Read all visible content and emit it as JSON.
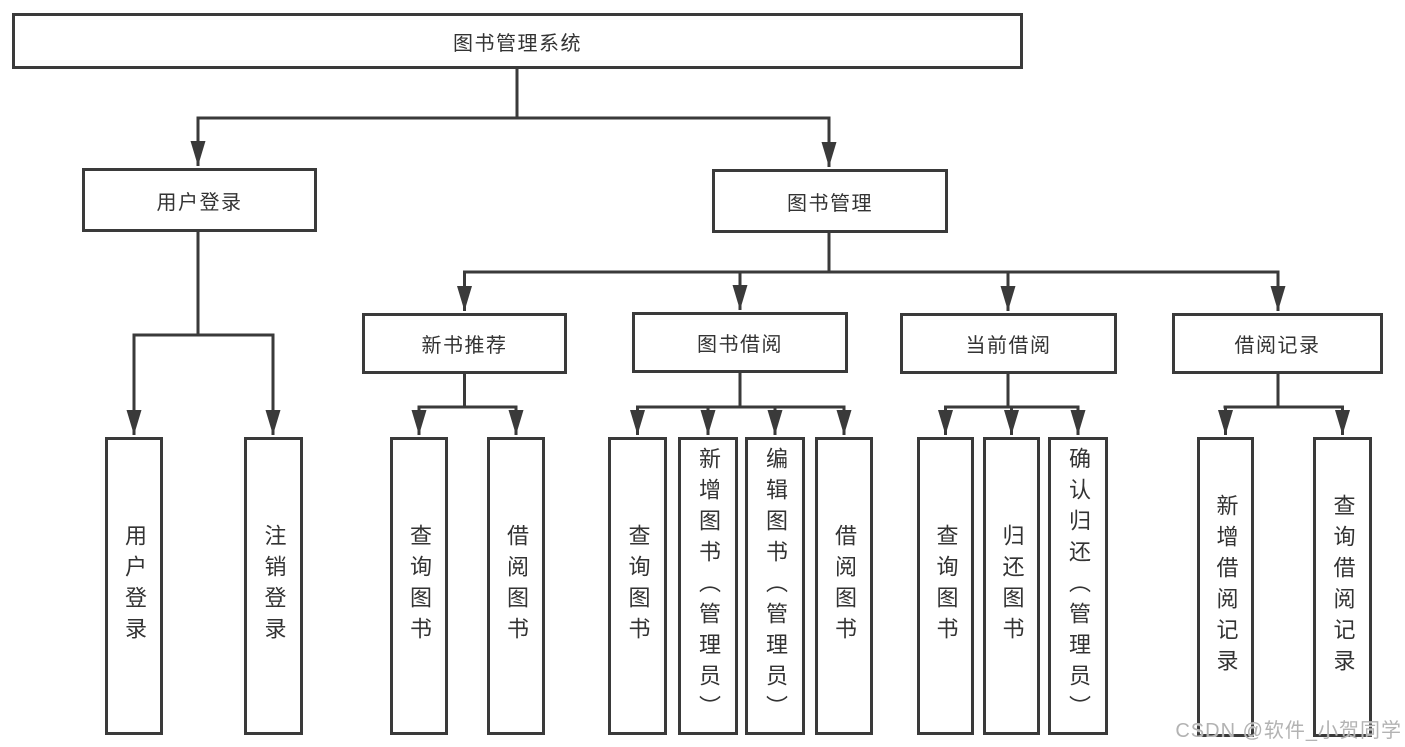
{
  "diagram": {
    "root": {
      "label": "图书管理系统"
    },
    "branches": [
      {
        "label": "用户登录",
        "children": [
          {
            "label": "用户登录"
          },
          {
            "label": "注销登录"
          }
        ]
      },
      {
        "label": "图书管理",
        "children": [
          {
            "label": "新书推荐",
            "children": [
              {
                "label": "查询图书"
              },
              {
                "label": "借阅图书"
              }
            ]
          },
          {
            "label": "图书借阅",
            "children": [
              {
                "label": "查询图书"
              },
              {
                "label": "新增图书（管理员）"
              },
              {
                "label": "编辑图书（管理员）"
              },
              {
                "label": "借阅图书"
              }
            ]
          },
          {
            "label": "当前借阅",
            "children": [
              {
                "label": "查询图书"
              },
              {
                "label": "归还图书"
              },
              {
                "label": "确认归还（管理员）"
              }
            ]
          },
          {
            "label": "借阅记录",
            "children": [
              {
                "label": "新增借阅记录"
              },
              {
                "label": "查询借阅记录"
              }
            ]
          }
        ]
      }
    ]
  },
  "watermark": {
    "text": "CSDN @软件_小贺同学"
  },
  "colors": {
    "line": "#3a3a3a",
    "text": "#333333",
    "background": "#ffffff",
    "watermark": "#b3b3b3"
  }
}
